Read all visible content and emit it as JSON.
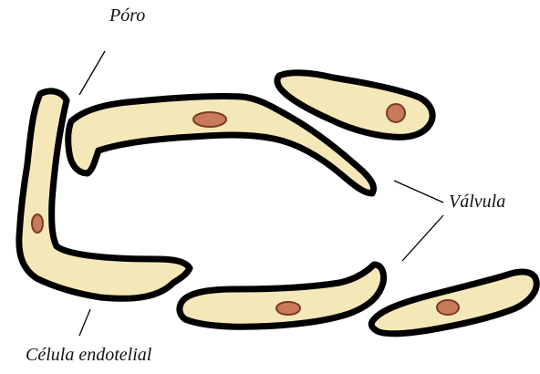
{
  "labels": {
    "pore": "Póro",
    "valve": "Válvula",
    "endothelial_cell": "Célula endotelial"
  },
  "colors": {
    "cell_fill": "#F5E8B8",
    "cell_outline": "#000000",
    "nucleus_fill": "#C97A5A",
    "nucleus_outline": "#7A3D22",
    "leader_line": "#000000"
  }
}
